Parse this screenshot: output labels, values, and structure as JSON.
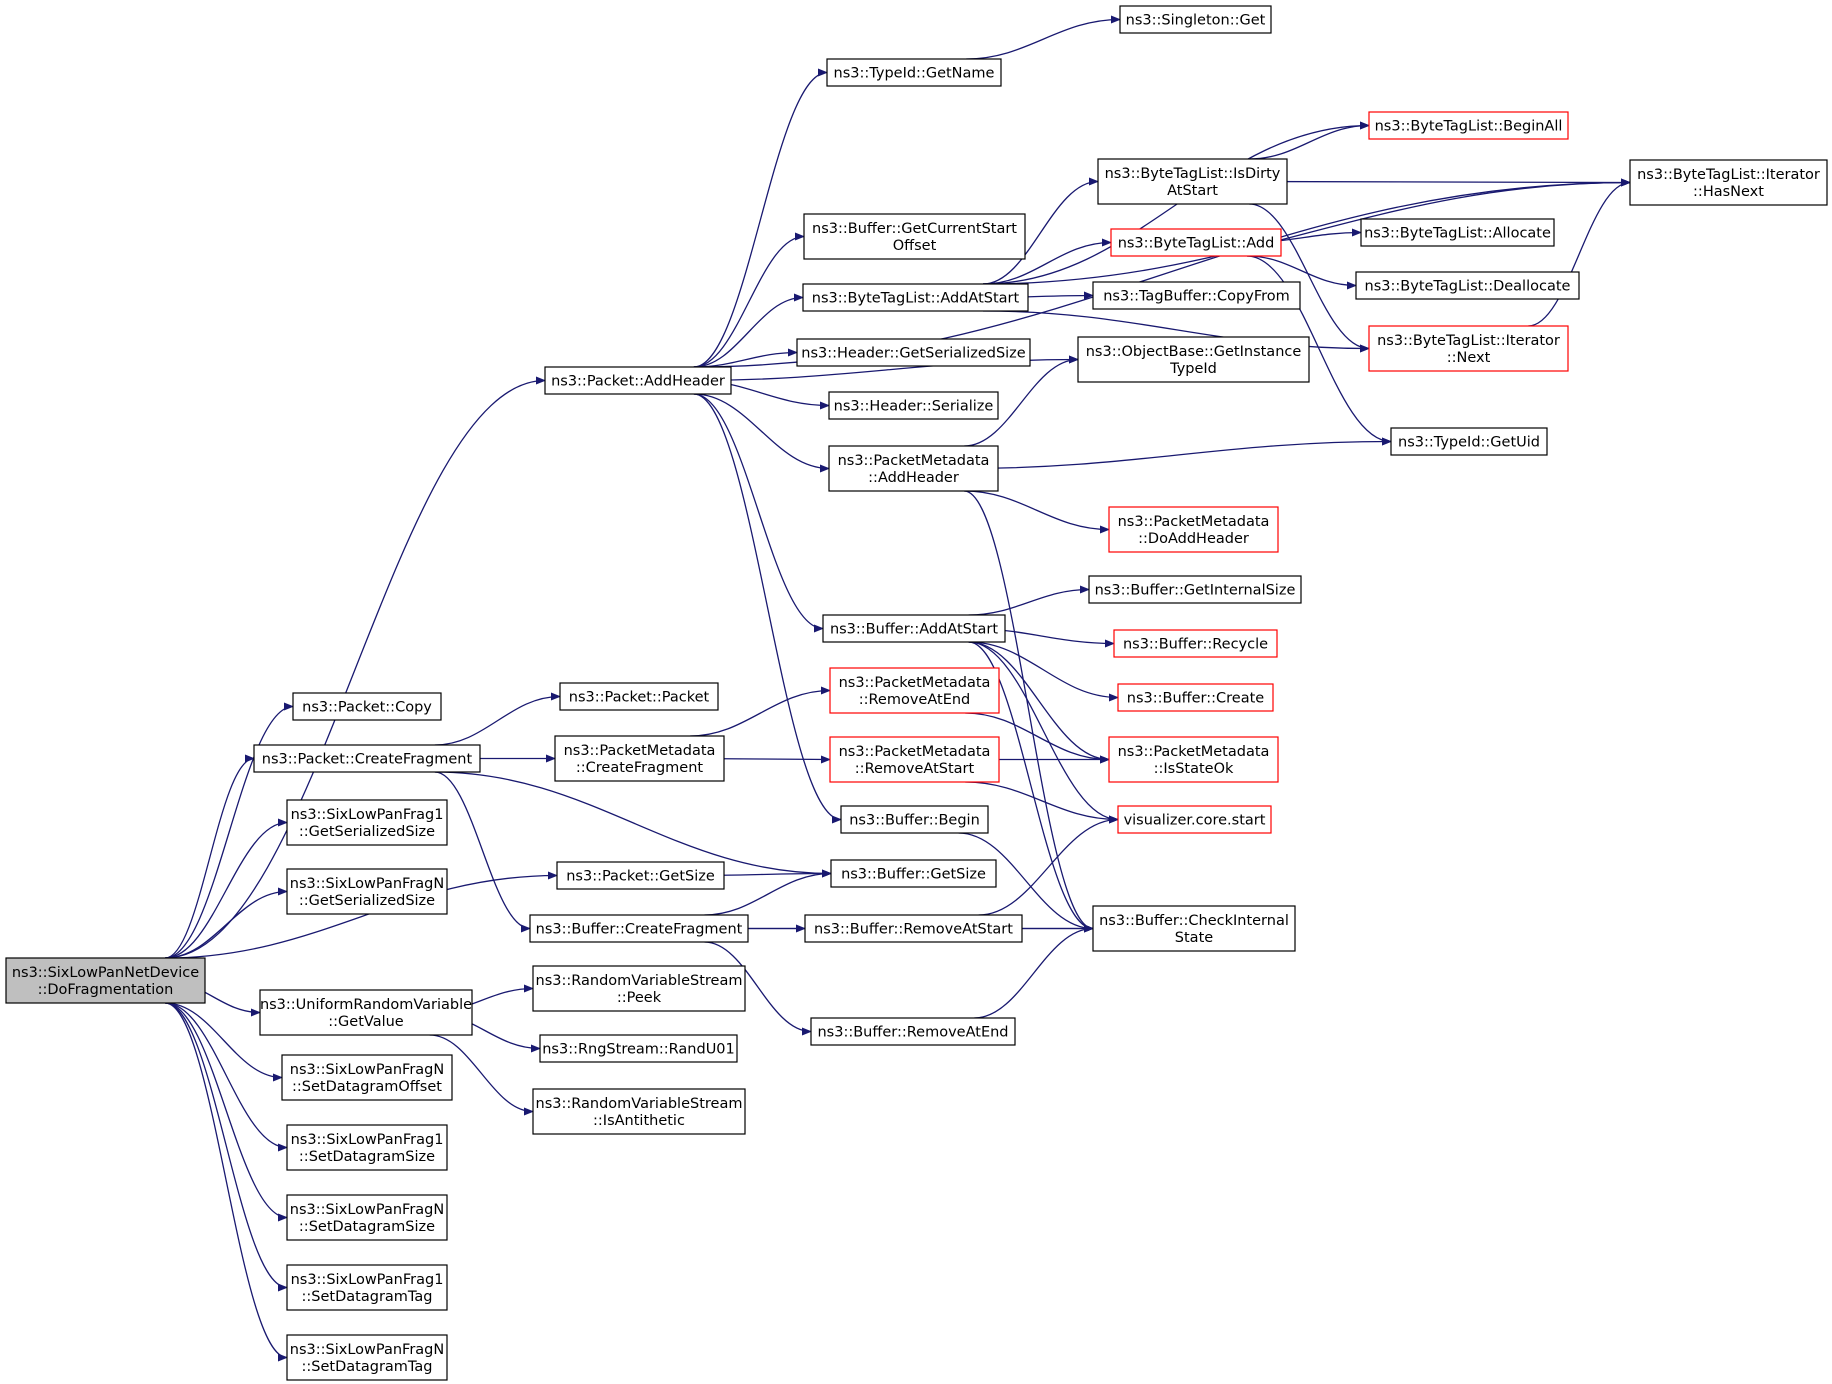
{
  "diagram": {
    "root": "n_root",
    "nodes": [
      {
        "id": "n_root",
        "lines": [
          "ns3::SixLowPanNetDevice",
          "::DoFragmentation"
        ],
        "style": "root"
      },
      {
        "id": "n_addheader",
        "lines": [
          "ns3::Packet::AddHeader"
        ]
      },
      {
        "id": "n_copy",
        "lines": [
          "ns3::Packet::Copy"
        ]
      },
      {
        "id": "n_createfrag",
        "lines": [
          "ns3::Packet::CreateFragment"
        ]
      },
      {
        "id": "n_frag1size",
        "lines": [
          "ns3::SixLowPanFrag1",
          "::GetSerializedSize"
        ]
      },
      {
        "id": "n_fragNsize",
        "lines": [
          "ns3::SixLowPanFragN",
          "::GetSerializedSize"
        ]
      },
      {
        "id": "n_getsize",
        "lines": [
          "ns3::Packet::GetSize"
        ]
      },
      {
        "id": "n_bufcreatefrag",
        "lines": [
          "ns3::Buffer::CreateFragment"
        ]
      },
      {
        "id": "n_urv",
        "lines": [
          "ns3::UniformRandomVariable",
          "::GetValue"
        ]
      },
      {
        "id": "n_setdgoff",
        "lines": [
          "ns3::SixLowPanFragN",
          "::SetDatagramOffset"
        ]
      },
      {
        "id": "n_f1dgsize",
        "lines": [
          "ns3::SixLowPanFrag1",
          "::SetDatagramSize"
        ]
      },
      {
        "id": "n_fNdgsize",
        "lines": [
          "ns3::SixLowPanFragN",
          "::SetDatagramSize"
        ]
      },
      {
        "id": "n_f1dgtag",
        "lines": [
          "ns3::SixLowPanFrag1",
          "::SetDatagramTag"
        ]
      },
      {
        "id": "n_fNdgtag",
        "lines": [
          "ns3::SixLowPanFragN",
          "::SetDatagramTag"
        ]
      },
      {
        "id": "n_typeidname",
        "lines": [
          "ns3::TypeId::GetName"
        ]
      },
      {
        "id": "n_singleton",
        "lines": [
          "ns3::Singleton::Get"
        ]
      },
      {
        "id": "n_getcurstart",
        "lines": [
          "ns3::Buffer::GetCurrentStart",
          "Offset"
        ]
      },
      {
        "id": "n_btl_addatstart",
        "lines": [
          "ns3::ByteTagList::AddAtStart"
        ]
      },
      {
        "id": "n_hdr_sersize",
        "lines": [
          "ns3::Header::GetSerializedSize"
        ]
      },
      {
        "id": "n_hdr_serialize",
        "lines": [
          "ns3::Header::Serialize"
        ]
      },
      {
        "id": "n_pm_addheader",
        "lines": [
          "ns3::PacketMetadata",
          "::AddHeader"
        ]
      },
      {
        "id": "n_buf_addatstart",
        "lines": [
          "ns3::Buffer::AddAtStart"
        ]
      },
      {
        "id": "n_pkt_packet",
        "lines": [
          "ns3::Packet::Packet"
        ]
      },
      {
        "id": "n_pm_createfrag",
        "lines": [
          "ns3::PacketMetadata",
          "::CreateFragment"
        ]
      },
      {
        "id": "n_pm_rmend",
        "lines": [
          "ns3::PacketMetadata",
          "::RemoveAtEnd"
        ],
        "style": "red"
      },
      {
        "id": "n_pm_rmstart",
        "lines": [
          "ns3::PacketMetadata",
          "::RemoveAtStart"
        ],
        "style": "red"
      },
      {
        "id": "n_buf_begin",
        "lines": [
          "ns3::Buffer::Begin"
        ]
      },
      {
        "id": "n_buf_getsize",
        "lines": [
          "ns3::Buffer::GetSize"
        ]
      },
      {
        "id": "n_buf_rmstart",
        "lines": [
          "ns3::Buffer::RemoveAtStart"
        ]
      },
      {
        "id": "n_buf_rmend",
        "lines": [
          "ns3::Buffer::RemoveAtEnd"
        ]
      },
      {
        "id": "n_rvs_peek",
        "lines": [
          "ns3::RandomVariableStream",
          "::Peek"
        ]
      },
      {
        "id": "n_randu01",
        "lines": [
          "ns3::RngStream::RandU01"
        ]
      },
      {
        "id": "n_rvs_anti",
        "lines": [
          "ns3::RandomVariableStream",
          "::IsAntithetic"
        ]
      },
      {
        "id": "n_btl_isdirty",
        "lines": [
          "ns3::ByteTagList::IsDirty",
          "AtStart"
        ]
      },
      {
        "id": "n_btl_add",
        "lines": [
          "ns3::ByteTagList::Add"
        ],
        "style": "red"
      },
      {
        "id": "n_tagbuf_copy",
        "lines": [
          "ns3::TagBuffer::CopyFrom"
        ]
      },
      {
        "id": "n_objbase",
        "lines": [
          "ns3::ObjectBase::GetInstance",
          "TypeId"
        ]
      },
      {
        "id": "n_pm_doadd",
        "lines": [
          "ns3::PacketMetadata",
          "::DoAddHeader"
        ],
        "style": "red"
      },
      {
        "id": "n_buf_internal",
        "lines": [
          "ns3::Buffer::GetInternalSize"
        ]
      },
      {
        "id": "n_buf_recycle",
        "lines": [
          "ns3::Buffer::Recycle"
        ],
        "style": "red"
      },
      {
        "id": "n_buf_create",
        "lines": [
          "ns3::Buffer::Create"
        ],
        "style": "red"
      },
      {
        "id": "n_pm_isstateok",
        "lines": [
          "ns3::PacketMetadata",
          "::IsStateOk"
        ],
        "style": "red"
      },
      {
        "id": "n_viz_start",
        "lines": [
          "visualizer.core.start"
        ],
        "style": "red"
      },
      {
        "id": "n_buf_checkint",
        "lines": [
          "ns3::Buffer::CheckInternal",
          "State"
        ]
      },
      {
        "id": "n_btl_beginall",
        "lines": [
          "ns3::ByteTagList::BeginAll"
        ],
        "style": "red"
      },
      {
        "id": "n_btl_allocate",
        "lines": [
          "ns3::ByteTagList::Allocate"
        ]
      },
      {
        "id": "n_btl_dealloc",
        "lines": [
          "ns3::ByteTagList::Deallocate"
        ]
      },
      {
        "id": "n_btl_itnext",
        "lines": [
          "ns3::ByteTagList::Iterator",
          "::Next"
        ],
        "style": "red"
      },
      {
        "id": "n_typeid_uid",
        "lines": [
          "ns3::TypeId::GetUid"
        ]
      },
      {
        "id": "n_btl_hasnext",
        "lines": [
          "ns3::ByteTagList::Iterator",
          "::HasNext"
        ]
      }
    ],
    "edges": [
      [
        "n_root",
        "n_addheader"
      ],
      [
        "n_root",
        "n_copy"
      ],
      [
        "n_root",
        "n_createfrag"
      ],
      [
        "n_root",
        "n_frag1size"
      ],
      [
        "n_root",
        "n_fragNsize"
      ],
      [
        "n_root",
        "n_getsize"
      ],
      [
        "n_root",
        "n_urv"
      ],
      [
        "n_root",
        "n_setdgoff"
      ],
      [
        "n_root",
        "n_f1dgsize"
      ],
      [
        "n_root",
        "n_fNdgsize"
      ],
      [
        "n_root",
        "n_f1dgtag"
      ],
      [
        "n_root",
        "n_fNdgtag"
      ],
      [
        "n_addheader",
        "n_typeidname"
      ],
      [
        "n_addheader",
        "n_getcurstart"
      ],
      [
        "n_addheader",
        "n_btl_addatstart"
      ],
      [
        "n_addheader",
        "n_hdr_sersize"
      ],
      [
        "n_addheader",
        "n_hdr_serialize"
      ],
      [
        "n_addheader",
        "n_pm_addheader"
      ],
      [
        "n_addheader",
        "n_buf_addatstart"
      ],
      [
        "n_addheader",
        "n_buf_begin"
      ],
      [
        "n_addheader",
        "n_objbase"
      ],
      [
        "n_addheader",
        "n_btl_hasnext"
      ],
      [
        "n_typeidname",
        "n_singleton"
      ],
      [
        "n_createfrag",
        "n_pkt_packet"
      ],
      [
        "n_createfrag",
        "n_pm_createfrag"
      ],
      [
        "n_createfrag",
        "n_buf_getsize"
      ],
      [
        "n_createfrag",
        "n_bufcreatefrag"
      ],
      [
        "n_getsize",
        "n_buf_getsize"
      ],
      [
        "n_bufcreatefrag",
        "n_buf_getsize"
      ],
      [
        "n_bufcreatefrag",
        "n_buf_rmstart"
      ],
      [
        "n_bufcreatefrag",
        "n_buf_rmend"
      ],
      [
        "n_bufcreatefrag",
        "n_buf_checkint"
      ],
      [
        "n_urv",
        "n_rvs_peek"
      ],
      [
        "n_urv",
        "n_randu01"
      ],
      [
        "n_urv",
        "n_rvs_anti"
      ],
      [
        "n_pm_createfrag",
        "n_pm_rmend"
      ],
      [
        "n_pm_createfrag",
        "n_pm_rmstart"
      ],
      [
        "n_pm_rmend",
        "n_pm_isstateok"
      ],
      [
        "n_pm_rmstart",
        "n_pm_isstateok"
      ],
      [
        "n_pm_rmstart",
        "n_viz_start"
      ],
      [
        "n_btl_addatstart",
        "n_btl_isdirty"
      ],
      [
        "n_btl_addatstart",
        "n_btl_add"
      ],
      [
        "n_btl_addatstart",
        "n_tagbuf_copy"
      ],
      [
        "n_btl_addatstart",
        "n_btl_beginall"
      ],
      [
        "n_btl_addatstart",
        "n_btl_itnext"
      ],
      [
        "n_btl_addatstart",
        "n_btl_hasnext"
      ],
      [
        "n_btl_isdirty",
        "n_btl_beginall"
      ],
      [
        "n_btl_isdirty",
        "n_btl_hasnext"
      ],
      [
        "n_btl_isdirty",
        "n_btl_itnext"
      ],
      [
        "n_btl_add",
        "n_btl_allocate"
      ],
      [
        "n_btl_add",
        "n_btl_dealloc"
      ],
      [
        "n_btl_add",
        "n_typeid_uid"
      ],
      [
        "n_btl_itnext",
        "n_btl_hasnext"
      ],
      [
        "n_pm_addheader",
        "n_objbase"
      ],
      [
        "n_pm_addheader",
        "n_typeid_uid"
      ],
      [
        "n_pm_addheader",
        "n_pm_doadd"
      ],
      [
        "n_pm_addheader",
        "n_buf_checkint"
      ],
      [
        "n_buf_addatstart",
        "n_buf_internal"
      ],
      [
        "n_buf_addatstart",
        "n_buf_recycle"
      ],
      [
        "n_buf_addatstart",
        "n_buf_create"
      ],
      [
        "n_buf_addatstart",
        "n_pm_isstateok"
      ],
      [
        "n_buf_addatstart",
        "n_viz_start"
      ],
      [
        "n_buf_addatstart",
        "n_buf_checkint"
      ],
      [
        "n_buf_begin",
        "n_buf_checkint"
      ],
      [
        "n_buf_rmstart",
        "n_buf_checkint"
      ],
      [
        "n_buf_rmstart",
        "n_viz_start"
      ],
      [
        "n_buf_rmend",
        "n_buf_checkint"
      ]
    ]
  }
}
